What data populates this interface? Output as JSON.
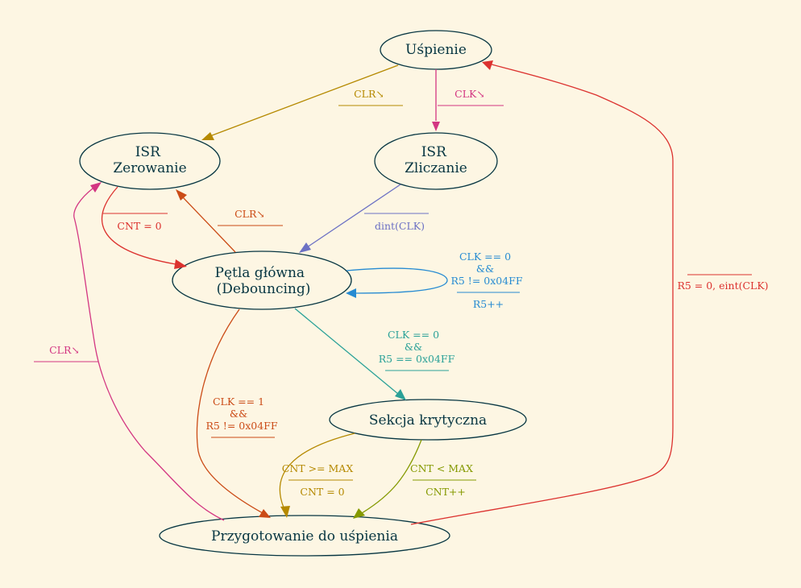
{
  "colors": {
    "background": "#fdf6e3",
    "node_stroke": "#073642",
    "yellow": "#b58900",
    "magenta": "#d33682",
    "orange": "#cb4b16",
    "red": "#dc322f",
    "violet": "#6c71c4",
    "blue": "#268bd2",
    "cyan": "#2aa198",
    "green": "#859900"
  },
  "nodes": {
    "sleep": [
      "Uśpienie"
    ],
    "isr_reset": [
      "ISR",
      "Zerowanie"
    ],
    "isr_count": [
      "ISR",
      "Zliczanie"
    ],
    "main_loop": [
      "Pętla główna",
      "(Debouncing)"
    ],
    "critical": [
      "Sekcja krytyczna"
    ],
    "prep_sleep": [
      "Przygotowanie do uśpienia"
    ]
  },
  "edges": {
    "sleep_to_reset": {
      "cond": [
        "CLR↘"
      ],
      "action": []
    },
    "sleep_to_count": {
      "cond": [
        "CLK↘"
      ],
      "action": []
    },
    "reset_to_main": {
      "cond": [],
      "action": [
        "CNT = 0"
      ]
    },
    "main_to_reset": {
      "cond": [
        "CLR↘"
      ],
      "action": []
    },
    "count_to_main": {
      "cond": [],
      "action": [
        "dint(CLK)"
      ]
    },
    "main_self": {
      "cond": [
        "CLK == 0",
        "&&",
        "R5 != 0x04FF"
      ],
      "action": [
        "R5++"
      ]
    },
    "main_to_critical": {
      "cond": [
        "CLK == 0",
        "&&",
        "R5 == 0x04FF"
      ],
      "action": []
    },
    "main_to_prep": {
      "cond": [
        "CLK == 1",
        "&&",
        "R5 != 0x04FF"
      ],
      "action": []
    },
    "critical_to_prep_max": {
      "cond": [
        "CNT >= MAX"
      ],
      "action": [
        "CNT = 0"
      ]
    },
    "critical_to_prep_less": {
      "cond": [
        "CNT < MAX"
      ],
      "action": [
        "CNT++"
      ]
    },
    "prep_to_reset": {
      "cond": [
        "CLR↘"
      ],
      "action": []
    },
    "prep_to_sleep": {
      "cond": [],
      "action": [
        "R5 = 0, eint(CLK)"
      ]
    }
  }
}
